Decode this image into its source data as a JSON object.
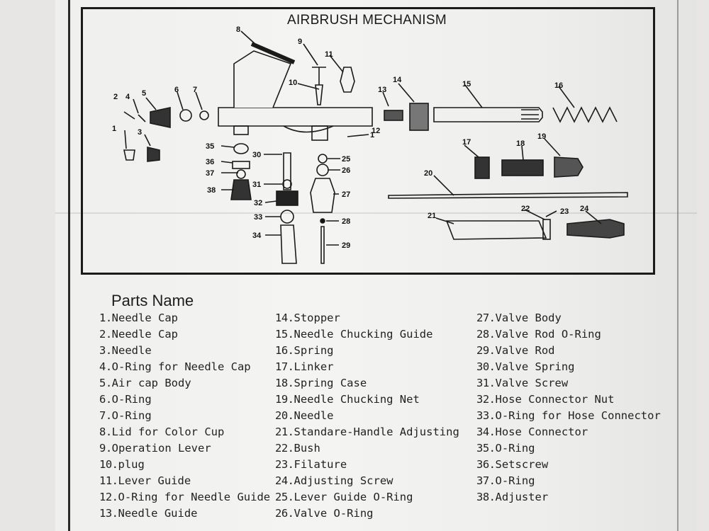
{
  "diagram": {
    "title": "AIRBRUSH MECHANISM",
    "callouts": [
      "1",
      "1",
      "2",
      "3",
      "4",
      "5",
      "6",
      "7",
      "8",
      "9",
      "10",
      "11",
      "12",
      "13",
      "14",
      "15",
      "16",
      "17",
      "18",
      "19",
      "20",
      "21",
      "22",
      "23",
      "24",
      "25",
      "26",
      "27",
      "28",
      "29",
      "30",
      "31",
      "32",
      "33",
      "34",
      "35",
      "36",
      "37",
      "38"
    ]
  },
  "parts": {
    "heading": "Parts Name",
    "columns": [
      [
        {
          "num": "1.",
          "name": "Needle Cap"
        },
        {
          "num": "2.",
          "name": "Needle Cap"
        },
        {
          "num": "3.",
          "name": "Needle"
        },
        {
          "num": "4.",
          "name": "O-Ring for Needle Cap"
        },
        {
          "num": "5.",
          "name": "Air cap Body"
        },
        {
          "num": "6.",
          "name": "O-Ring"
        },
        {
          "num": "7.",
          "name": "O-Ring"
        },
        {
          "num": "8.",
          "name": "Lid for Color Cup"
        },
        {
          "num": "9.",
          "name": "Operation Lever"
        },
        {
          "num": "10.",
          "name": "plug"
        },
        {
          "num": "11.",
          "name": "Lever Guide"
        },
        {
          "num": "12.",
          "name": "O-Ring for Needle Guide"
        },
        {
          "num": "13.",
          "name": "Needle Guide"
        }
      ],
      [
        {
          "num": "14.",
          "name": "Stopper"
        },
        {
          "num": "15.",
          "name": "Needle Chucking Guide"
        },
        {
          "num": "16.",
          "name": "Spring"
        },
        {
          "num": "17.",
          "name": "Linker"
        },
        {
          "num": "18.",
          "name": "Spring Case"
        },
        {
          "num": "19.",
          "name": "Needle Chucking Net"
        },
        {
          "num": "20.",
          "name": "Needle"
        },
        {
          "num": "21.",
          "name": "Standare-Handle Adjusting"
        },
        {
          "num": "22.",
          "name": "Bush"
        },
        {
          "num": "23.",
          "name": "Filature"
        },
        {
          "num": "24.",
          "name": "Adjusting Screw"
        },
        {
          "num": "25.",
          "name": "Lever Guide O-Ring"
        },
        {
          "num": "26.",
          "name": "Valve O-Ring"
        }
      ],
      [
        {
          "num": "27.",
          "name": "Valve Body"
        },
        {
          "num": "28.",
          "name": "Valve Rod O-Ring"
        },
        {
          "num": "29.",
          "name": "Valve Rod"
        },
        {
          "num": "30.",
          "name": "Valve Spring"
        },
        {
          "num": "31.",
          "name": "Valve Screw"
        },
        {
          "num": "32.",
          "name": "Hose Connector Nut"
        },
        {
          "num": "33.",
          "name": "O-Ring for Hose Connector"
        },
        {
          "num": "34.",
          "name": "Hose Connector"
        },
        {
          "num": "35.",
          "name": "O-Ring"
        },
        {
          "num": "36.",
          "name": "Setscrew"
        },
        {
          "num": "37.",
          "name": "O-Ring"
        },
        {
          "num": "38.",
          "name": "Adjuster"
        }
      ]
    ]
  }
}
